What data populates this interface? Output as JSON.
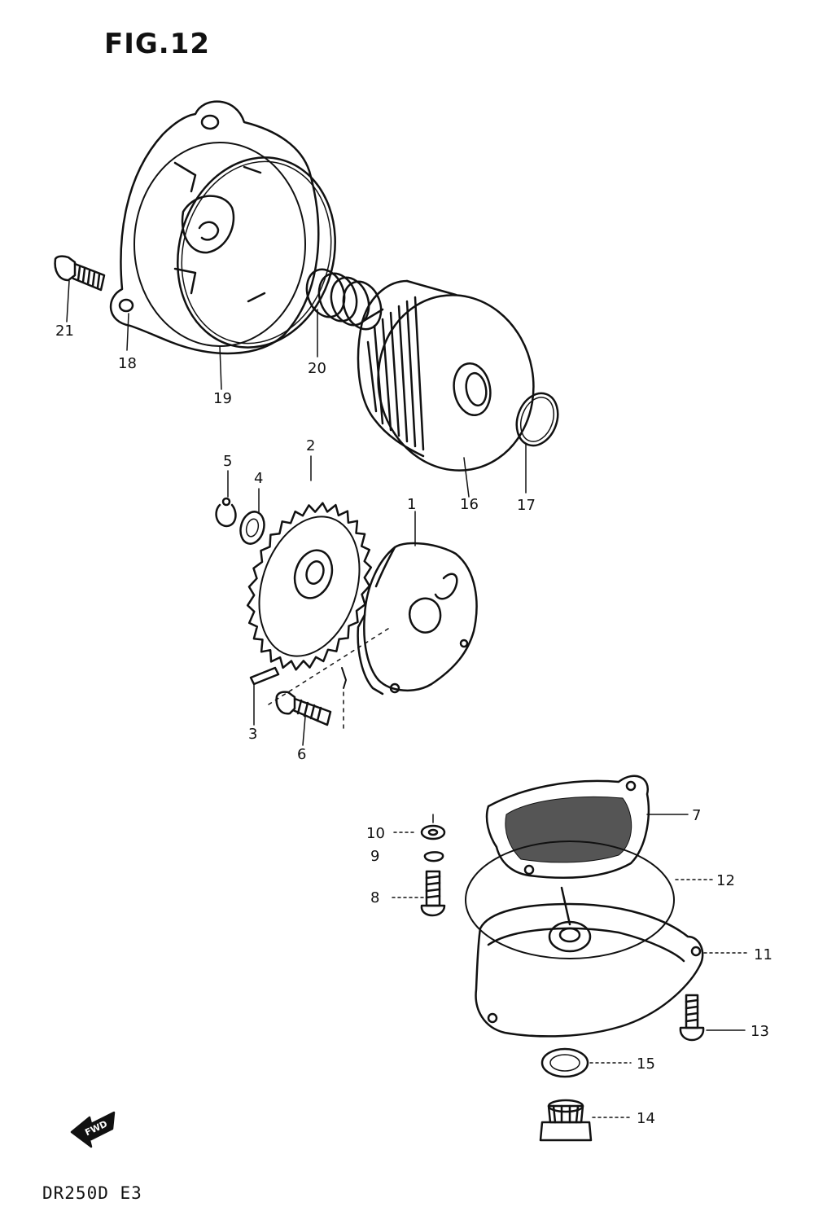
{
  "figure": {
    "title": "FIG.12"
  },
  "footer": {
    "model_code": "DR250D E3"
  },
  "arrow": {
    "label": "FWD"
  },
  "callouts": {
    "c1": "1",
    "c2": "2",
    "c3": "3",
    "c4": "4",
    "c5": "5",
    "c6": "6",
    "c7": "7",
    "c8": "8",
    "c9": "9",
    "c10": "10",
    "c11": "11",
    "c12": "12",
    "c13": "13",
    "c14": "14",
    "c15": "15",
    "c16": "16",
    "c17": "17",
    "c18": "18",
    "c19": "19",
    "c20": "20",
    "c21": "21"
  }
}
